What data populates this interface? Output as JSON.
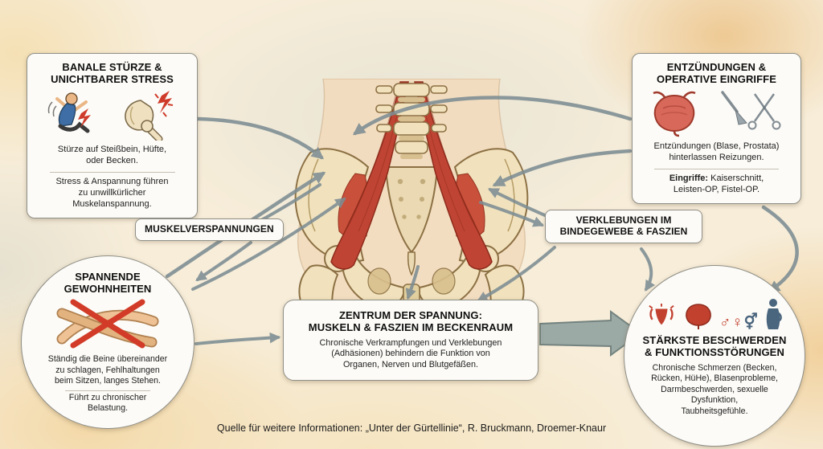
{
  "page": {
    "caption": "Quelle für weitere Informationen: „Unter der Gürtellinie“, R. Bruckmann, Droemer-Knaur"
  },
  "colors": {
    "accent_red": "#c0392b",
    "bone": "#f1e2bd",
    "arrow_gray": "#7d8d93",
    "background_cream": "#f7edd9",
    "card_bg": "#fcfbf7"
  },
  "cards": {
    "top_left": {
      "title": "BANALE STÜRZE &\nUNICHTBARER STRESS",
      "text1": "Stürze auf Steißbein, Hüfte,\noder Becken.",
      "text2": "Stress & Anspannung führen\nzu unwillkürlicher\nMuskelanspannung."
    },
    "top_right": {
      "title": "ENTZÜNDUNGEN &\nOPERATIVE EINGRIFFE",
      "text1": "Entzündungen (Blase, Prostata)\nhinterlassen Reizungen.",
      "text2_label": "Eingriffe:",
      "text2_rest": "Kaiserschnitt,\nLeisten-OP, Fistel-OP."
    },
    "label_muscle": {
      "title": "MUSKELVERSPANNUNGEN"
    },
    "label_fascia": {
      "title": "VERKLEBUNGEN IM\nBINDEGEWEBE & FASZIEN"
    },
    "center": {
      "title": "ZENTRUM DER SPANNUNG:\nMUSKELN & FASZIEN IM BECKENRAUM",
      "text": "Chronische Verkrampfungen und Verklebungen\n(Adhäsionen) behindern die Funktion von\nOrganen, Nerven und Blutgefäßen."
    },
    "bottom_left": {
      "title": "SPANNENDE\nGEWOHNHEITEN",
      "text1": "Ständig die Beine übereinander\nzu schlagen, Fehlhaltungen\nbeim Sitzen, langes Stehen.",
      "text2": "Führt zu chronischer\nBelastung."
    },
    "bottom_right": {
      "title": "STÄRKSTE BESCHWERDEN\n& FUNKTIONSSTÖRUNGEN",
      "text": "Chronische Schmerzen (Becken,\nRücken, HüHe), Blasenprobleme,\nDarmbeschwerden, sexuelle\nDysfunktion,\nTaubheitsgefühle.",
      "gender_symbols": [
        "♂",
        "♀",
        "⚥"
      ]
    }
  },
  "icons": {
    "top_left": [
      "falling-person-icon",
      "hip-impact-icon"
    ],
    "top_right": [
      "bladder-icon",
      "surgical-instruments-icon"
    ],
    "bottom_left": [
      "crossed-legs-icon",
      "red-cross-icon"
    ],
    "bottom_right": [
      "pelvic-pain-icon",
      "bladder-small-icon",
      "gender-symbols-icon",
      "back-pain-person-icon"
    ],
    "center_figure": "pelvis-anatomy-illustration"
  }
}
